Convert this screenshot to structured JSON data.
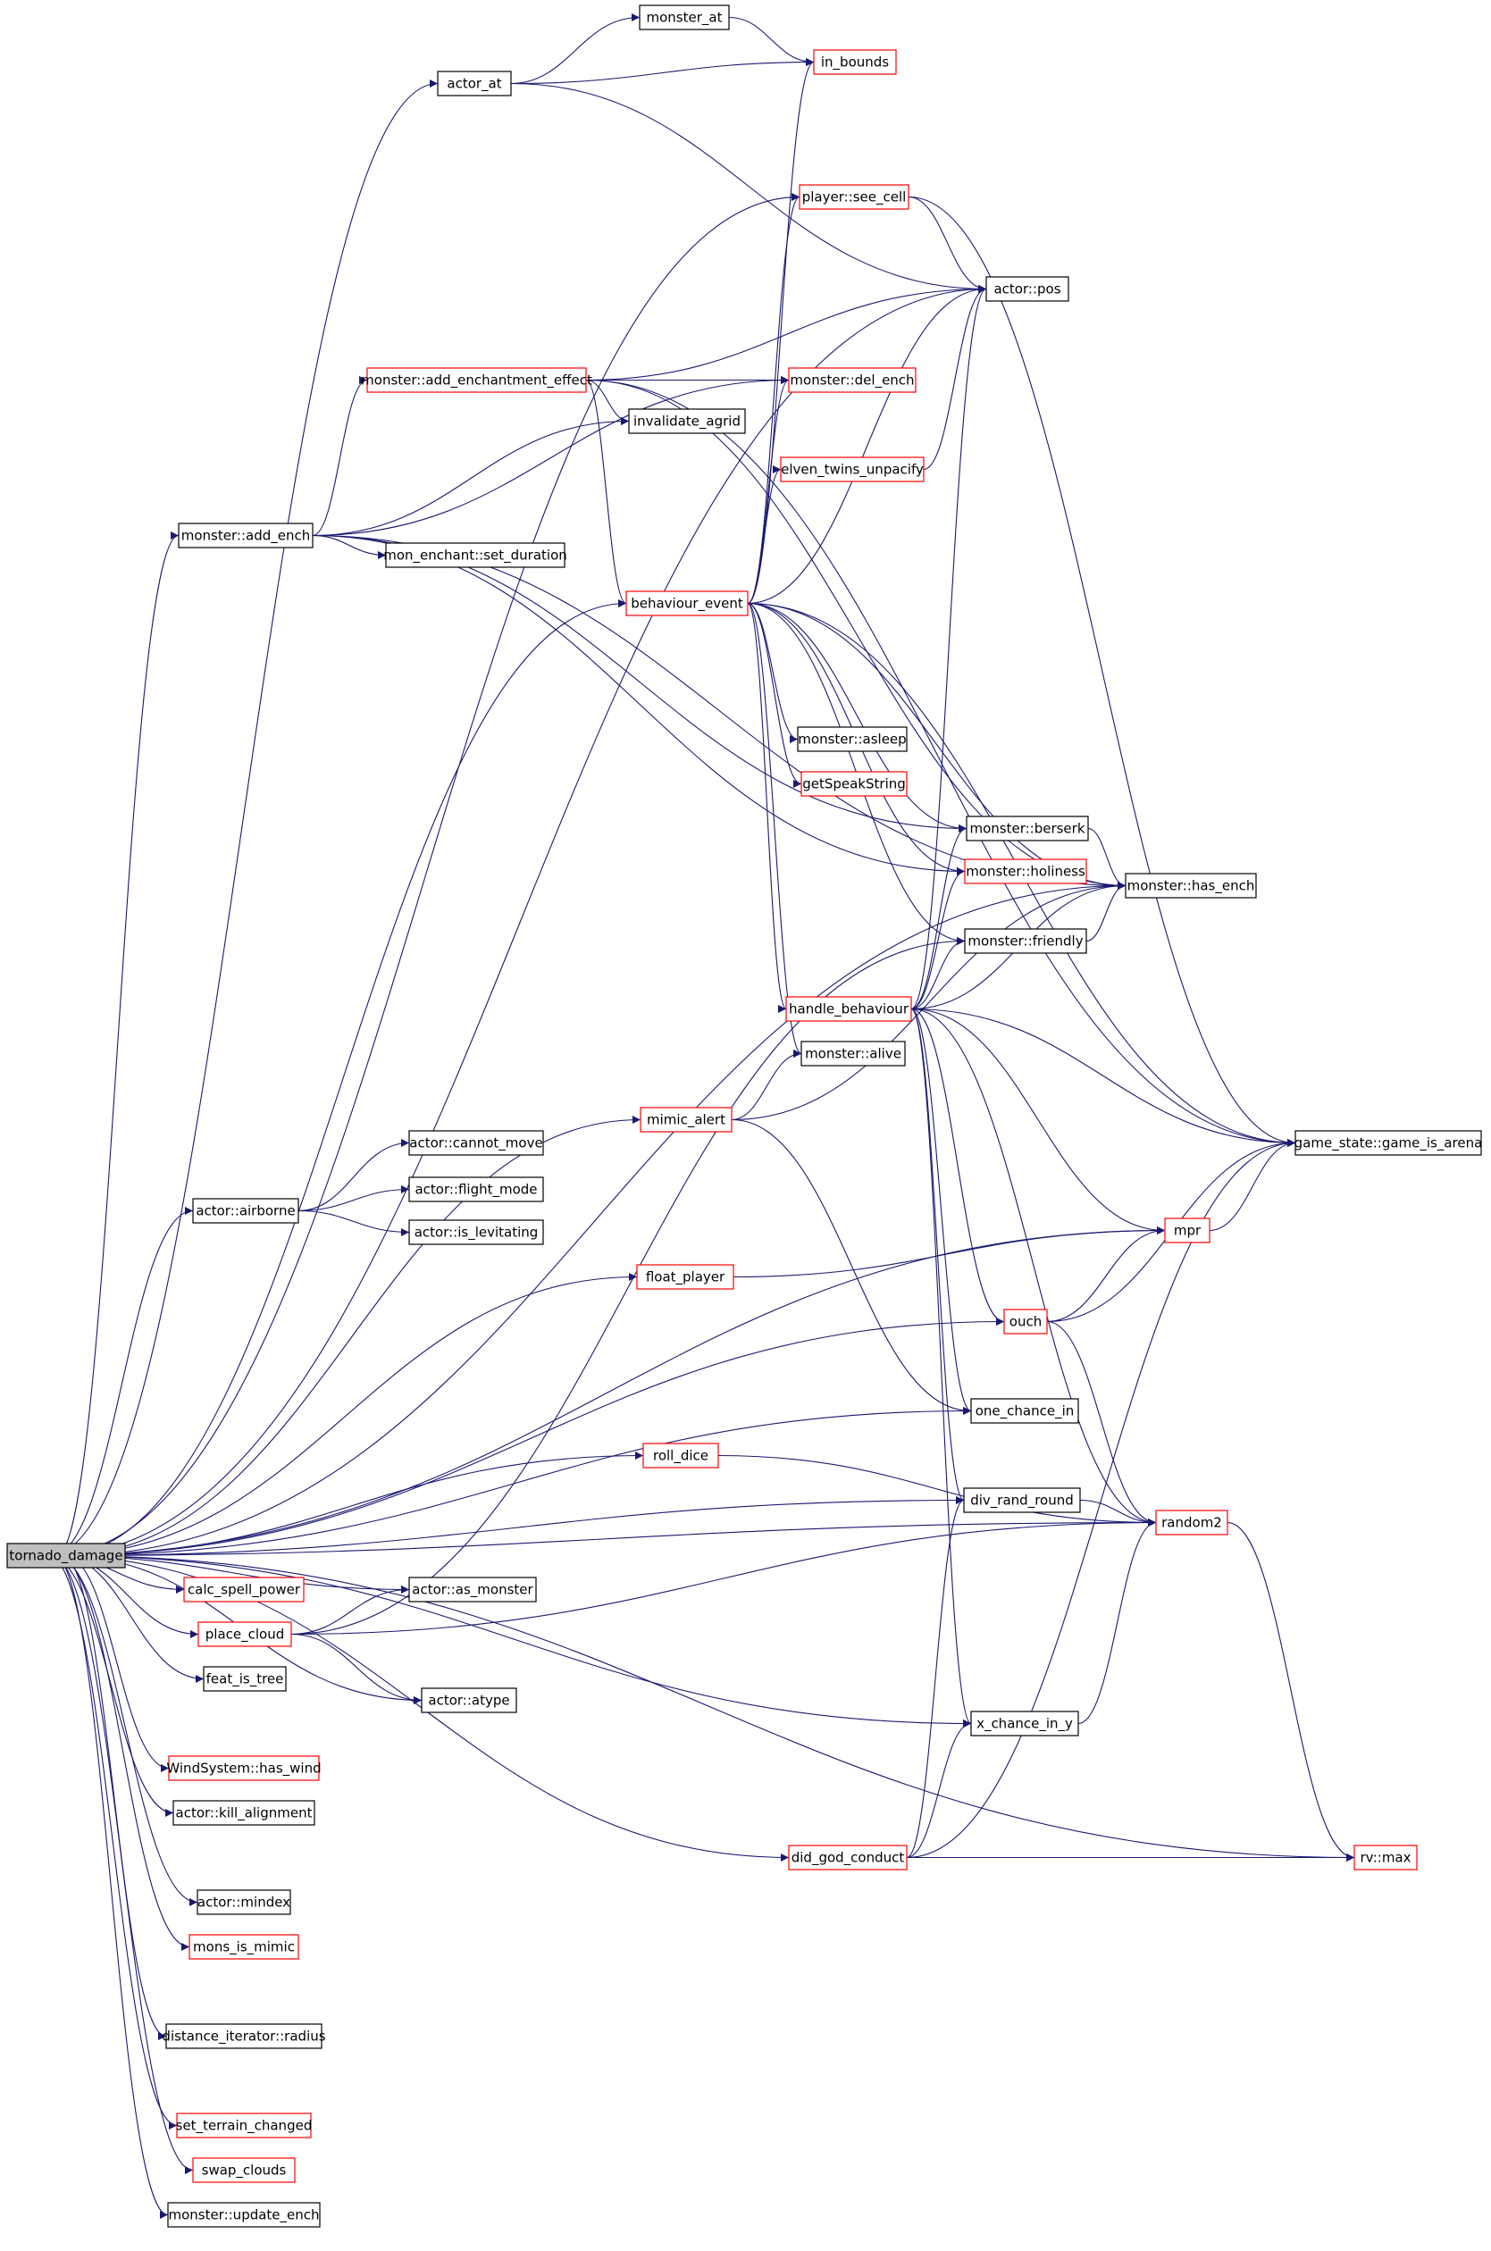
{
  "colors": {
    "edge": "#191970",
    "border_normal": "#000000",
    "border_truncated": "#ff0000",
    "root_fill": "#bfbfbf",
    "node_fill": "#ffffff"
  },
  "nodes": [
    {
      "id": "tornado_damage",
      "label": "tornado_damage",
      "kind": "root"
    },
    {
      "id": "actor_at",
      "label": "actor_at",
      "kind": "normal"
    },
    {
      "id": "monster_at",
      "label": "monster_at",
      "kind": "normal"
    },
    {
      "id": "in_bounds",
      "label": "in_bounds",
      "kind": "truncated"
    },
    {
      "id": "player_see_cell",
      "label": "player::see_cell",
      "kind": "truncated"
    },
    {
      "id": "actor_pos",
      "label": "actor::pos",
      "kind": "normal"
    },
    {
      "id": "add_enchantment_effect",
      "label": "monster::add_enchantment_effect",
      "kind": "truncated"
    },
    {
      "id": "del_ench",
      "label": "monster::del_ench",
      "kind": "truncated"
    },
    {
      "id": "invalidate_agrid",
      "label": "invalidate_agrid",
      "kind": "normal"
    },
    {
      "id": "elven_twins_unpacify",
      "label": "elven_twins_unpacify",
      "kind": "truncated"
    },
    {
      "id": "add_ench",
      "label": "monster::add_ench",
      "kind": "normal"
    },
    {
      "id": "set_duration",
      "label": "mon_enchant::set_duration",
      "kind": "normal"
    },
    {
      "id": "behaviour_event",
      "label": "behaviour_event",
      "kind": "truncated"
    },
    {
      "id": "asleep",
      "label": "monster::asleep",
      "kind": "normal"
    },
    {
      "id": "getSpeakString",
      "label": "getSpeakString",
      "kind": "truncated"
    },
    {
      "id": "berserk",
      "label": "monster::berserk",
      "kind": "normal"
    },
    {
      "id": "holiness",
      "label": "monster::holiness",
      "kind": "truncated"
    },
    {
      "id": "has_ench",
      "label": "monster::has_ench",
      "kind": "normal"
    },
    {
      "id": "friendly",
      "label": "monster::friendly",
      "kind": "normal"
    },
    {
      "id": "handle_behaviour",
      "label": "handle_behaviour",
      "kind": "truncated"
    },
    {
      "id": "alive",
      "label": "monster::alive",
      "kind": "normal"
    },
    {
      "id": "mimic_alert",
      "label": "mimic_alert",
      "kind": "truncated"
    },
    {
      "id": "game_is_arena",
      "label": "game_state::game_is_arena",
      "kind": "normal"
    },
    {
      "id": "cannot_move",
      "label": "actor::cannot_move",
      "kind": "normal"
    },
    {
      "id": "airborne",
      "label": "actor::airborne",
      "kind": "normal"
    },
    {
      "id": "flight_mode",
      "label": "actor::flight_mode",
      "kind": "normal"
    },
    {
      "id": "is_levitating",
      "label": "actor::is_levitating",
      "kind": "normal"
    },
    {
      "id": "mpr",
      "label": "mpr",
      "kind": "truncated"
    },
    {
      "id": "float_player",
      "label": "float_player",
      "kind": "truncated"
    },
    {
      "id": "ouch",
      "label": "ouch",
      "kind": "truncated"
    },
    {
      "id": "one_chance_in",
      "label": "one_chance_in",
      "kind": "normal"
    },
    {
      "id": "roll_dice",
      "label": "roll_dice",
      "kind": "truncated"
    },
    {
      "id": "div_rand_round",
      "label": "div_rand_round",
      "kind": "normal"
    },
    {
      "id": "random2",
      "label": "random2",
      "kind": "truncated"
    },
    {
      "id": "calc_spell_power",
      "label": "calc_spell_power",
      "kind": "truncated"
    },
    {
      "id": "as_monster",
      "label": "actor::as_monster",
      "kind": "normal"
    },
    {
      "id": "place_cloud",
      "label": "place_cloud",
      "kind": "truncated"
    },
    {
      "id": "feat_is_tree",
      "label": "feat_is_tree",
      "kind": "normal"
    },
    {
      "id": "atype",
      "label": "actor::atype",
      "kind": "normal"
    },
    {
      "id": "x_chance_in_y",
      "label": "x_chance_in_y",
      "kind": "normal"
    },
    {
      "id": "has_wind",
      "label": "WindSystem::has_wind",
      "kind": "truncated"
    },
    {
      "id": "kill_alignment",
      "label": "actor::kill_alignment",
      "kind": "normal"
    },
    {
      "id": "did_god_conduct",
      "label": "did_god_conduct",
      "kind": "truncated"
    },
    {
      "id": "rv_max",
      "label": "rv::max",
      "kind": "truncated"
    },
    {
      "id": "mindex",
      "label": "actor::mindex",
      "kind": "normal"
    },
    {
      "id": "mons_is_mimic",
      "label": "mons_is_mimic",
      "kind": "truncated"
    },
    {
      "id": "radius",
      "label": "distance_iterator::radius",
      "kind": "normal"
    },
    {
      "id": "set_terrain_changed",
      "label": "set_terrain_changed",
      "kind": "truncated"
    },
    {
      "id": "swap_clouds",
      "label": "swap_clouds",
      "kind": "truncated"
    },
    {
      "id": "update_ench",
      "label": "monster::update_ench",
      "kind": "normal"
    }
  ],
  "edges": [
    [
      "tornado_damage",
      "actor_at"
    ],
    [
      "tornado_damage",
      "player_see_cell"
    ],
    [
      "tornado_damage",
      "actor_pos"
    ],
    [
      "tornado_damage",
      "add_ench"
    ],
    [
      "tornado_damage",
      "behaviour_event"
    ],
    [
      "tornado_damage",
      "mimic_alert"
    ],
    [
      "tornado_damage",
      "has_ench"
    ],
    [
      "tornado_damage",
      "mpr"
    ],
    [
      "tornado_damage",
      "airborne"
    ],
    [
      "tornado_damage",
      "float_player"
    ],
    [
      "tornado_damage",
      "ouch"
    ],
    [
      "tornado_damage",
      "one_chance_in"
    ],
    [
      "tornado_damage",
      "roll_dice"
    ],
    [
      "tornado_damage",
      "div_rand_round"
    ],
    [
      "tornado_damage",
      "random2"
    ],
    [
      "tornado_damage",
      "calc_spell_power"
    ],
    [
      "tornado_damage",
      "as_monster"
    ],
    [
      "tornado_damage",
      "place_cloud"
    ],
    [
      "tornado_damage",
      "feat_is_tree"
    ],
    [
      "tornado_damage",
      "atype"
    ],
    [
      "tornado_damage",
      "has_wind"
    ],
    [
      "tornado_damage",
      "kill_alignment"
    ],
    [
      "tornado_damage",
      "did_god_conduct"
    ],
    [
      "tornado_damage",
      "mindex"
    ],
    [
      "tornado_damage",
      "mons_is_mimic"
    ],
    [
      "tornado_damage",
      "x_chance_in_y"
    ],
    [
      "tornado_damage",
      "radius"
    ],
    [
      "tornado_damage",
      "rv_max"
    ],
    [
      "tornado_damage",
      "set_terrain_changed"
    ],
    [
      "tornado_damage",
      "swap_clouds"
    ],
    [
      "tornado_damage",
      "update_ench"
    ],
    [
      "actor_at",
      "monster_at"
    ],
    [
      "actor_at",
      "in_bounds"
    ],
    [
      "actor_at",
      "actor_pos"
    ],
    [
      "monster_at",
      "in_bounds"
    ],
    [
      "player_see_cell",
      "actor_pos"
    ],
    [
      "player_see_cell",
      "game_is_arena"
    ],
    [
      "add_enchantment_effect",
      "game_is_arena"
    ],
    [
      "add_enchantment_effect",
      "actor_pos"
    ],
    [
      "add_enchantment_effect",
      "del_ench"
    ],
    [
      "add_enchantment_effect",
      "invalidate_agrid"
    ],
    [
      "add_enchantment_effect",
      "has_ench"
    ],
    [
      "add_enchantment_effect",
      "behaviour_event"
    ],
    [
      "add_ench",
      "add_enchantment_effect"
    ],
    [
      "add_ench",
      "invalidate_agrid"
    ],
    [
      "add_ench",
      "del_ench"
    ],
    [
      "add_ench",
      "has_ench"
    ],
    [
      "add_ench",
      "set_duration"
    ],
    [
      "add_ench",
      "berserk"
    ],
    [
      "add_ench",
      "holiness"
    ],
    [
      "elven_twins_unpacify",
      "actor_pos"
    ],
    [
      "behaviour_event",
      "in_bounds"
    ],
    [
      "behaviour_event",
      "player_see_cell"
    ],
    [
      "behaviour_event",
      "actor_pos"
    ],
    [
      "behaviour_event",
      "del_ench"
    ],
    [
      "behaviour_event",
      "elven_twins_unpacify"
    ],
    [
      "behaviour_event",
      "asleep"
    ],
    [
      "behaviour_event",
      "getSpeakString"
    ],
    [
      "behaviour_event",
      "berserk"
    ],
    [
      "behaviour_event",
      "holiness"
    ],
    [
      "behaviour_event",
      "has_ench"
    ],
    [
      "behaviour_event",
      "friendly"
    ],
    [
      "behaviour_event",
      "handle_behaviour"
    ],
    [
      "behaviour_event",
      "alive"
    ],
    [
      "behaviour_event",
      "game_is_arena"
    ],
    [
      "berserk",
      "has_ench"
    ],
    [
      "friendly",
      "has_ench"
    ],
    [
      "handle_behaviour",
      "actor_pos"
    ],
    [
      "handle_behaviour",
      "berserk"
    ],
    [
      "handle_behaviour",
      "holiness"
    ],
    [
      "handle_behaviour",
      "friendly"
    ],
    [
      "handle_behaviour",
      "has_ench"
    ],
    [
      "handle_behaviour",
      "game_is_arena"
    ],
    [
      "handle_behaviour",
      "mpr"
    ],
    [
      "handle_behaviour",
      "ouch"
    ],
    [
      "handle_behaviour",
      "one_chance_in"
    ],
    [
      "handle_behaviour",
      "div_rand_round"
    ],
    [
      "handle_behaviour",
      "random2"
    ],
    [
      "handle_behaviour",
      "x_chance_in_y"
    ],
    [
      "mimic_alert",
      "alive"
    ],
    [
      "mimic_alert",
      "has_ench"
    ],
    [
      "mimic_alert",
      "one_chance_in"
    ],
    [
      "airborne",
      "cannot_move"
    ],
    [
      "airborne",
      "flight_mode"
    ],
    [
      "airborne",
      "is_levitating"
    ],
    [
      "float_player",
      "mpr"
    ],
    [
      "mpr",
      "game_is_arena"
    ],
    [
      "ouch",
      "mpr"
    ],
    [
      "ouch",
      "game_is_arena"
    ],
    [
      "ouch",
      "random2"
    ],
    [
      "roll_dice",
      "random2"
    ],
    [
      "div_rand_round",
      "random2"
    ],
    [
      "random2",
      "rv_max"
    ],
    [
      "place_cloud",
      "as_monster"
    ],
    [
      "place_cloud",
      "atype"
    ],
    [
      "place_cloud",
      "friendly"
    ],
    [
      "place_cloud",
      "random2"
    ],
    [
      "x_chance_in_y",
      "random2"
    ],
    [
      "did_god_conduct",
      "x_chance_in_y"
    ],
    [
      "did_god_conduct",
      "div_rand_round"
    ],
    [
      "did_god_conduct",
      "game_is_arena"
    ],
    [
      "did_god_conduct",
      "rv_max"
    ]
  ]
}
